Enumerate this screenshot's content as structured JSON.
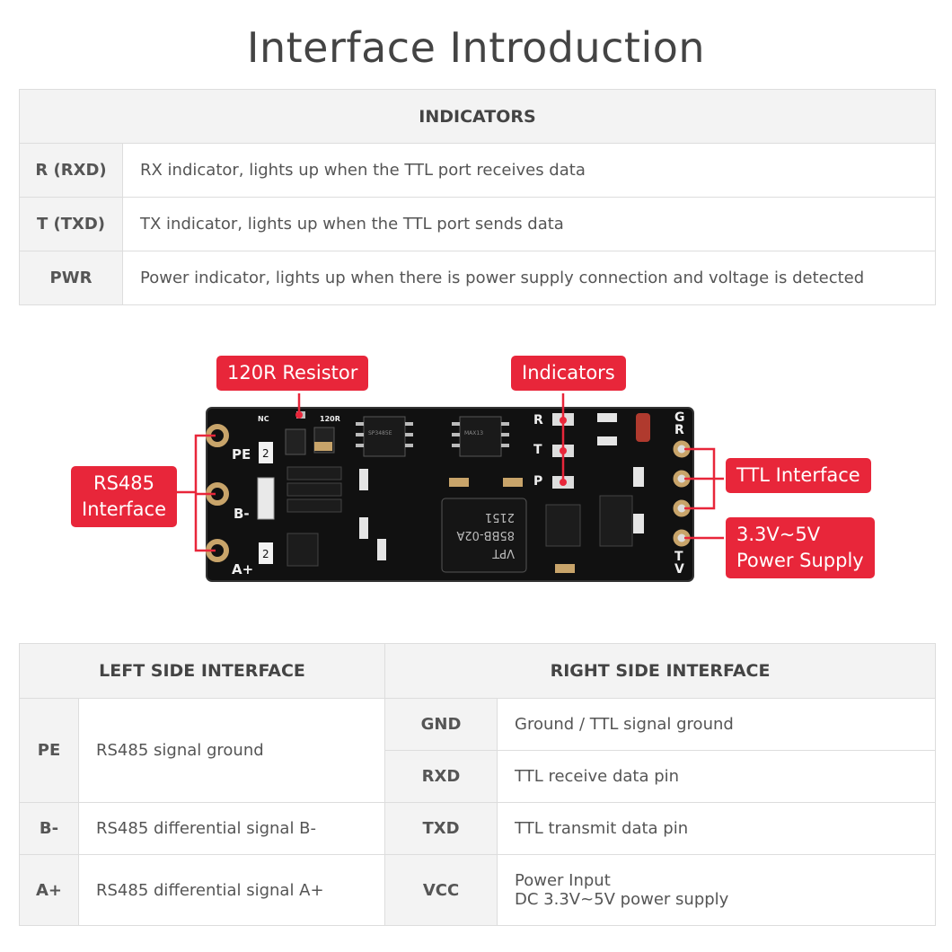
{
  "title": "Interface Introduction",
  "indicators": {
    "header": "INDICATORS",
    "rows": [
      {
        "key": "R (RXD)",
        "desc": "RX indicator, lights up when the TTL port receives data"
      },
      {
        "key": "T (TXD)",
        "desc": "TX indicator, lights up when the TTL port sends data"
      },
      {
        "key": "PWR",
        "desc": "Power indicator, lights up when there is power supply connection and voltage is detected"
      }
    ]
  },
  "diagram": {
    "callouts": {
      "resistor": "120R Resistor",
      "indicators": "Indicators",
      "rs485_line1": "RS485",
      "rs485_line2": "Interface",
      "ttl": "TTL Interface",
      "power_line1": "3.3V~5V",
      "power_line2": "Power Supply"
    },
    "board": {
      "left_labels": [
        "PE",
        "B-",
        "A+"
      ],
      "right_labels": [
        "G",
        "R",
        "T",
        "V"
      ],
      "indicator_labels": [
        "R",
        "T",
        "P"
      ],
      "top_labels": [
        "NC",
        "120R"
      ],
      "chip_lines": [
        "VPT",
        "85BB-02A",
        "2151"
      ],
      "chip_small": "SP3485E",
      "chip_small2": "MAX13",
      "resistor_values": [
        "2",
        "2"
      ]
    },
    "colors": {
      "accent": "#e8263a",
      "board": "#111111",
      "pad": "#c8a46a"
    }
  },
  "interfaces": {
    "left_header": "LEFT SIDE INTERFACE",
    "right_header": "RIGHT SIDE INTERFACE",
    "left": [
      {
        "key": "PE",
        "desc": "RS485 signal ground"
      },
      {
        "key": "B-",
        "desc": "RS485 differential signal B-"
      },
      {
        "key": "A+",
        "desc": "RS485 differential signal A+"
      }
    ],
    "right": [
      {
        "key": "GND",
        "desc": "Ground / TTL signal ground"
      },
      {
        "key": "RXD",
        "desc": "TTL receive data pin"
      },
      {
        "key": "TXD",
        "desc": "TTL transmit data pin"
      },
      {
        "key": "VCC",
        "desc_line1": "Power Input",
        "desc_line2": "DC 3.3V~5V power supply"
      }
    ]
  }
}
